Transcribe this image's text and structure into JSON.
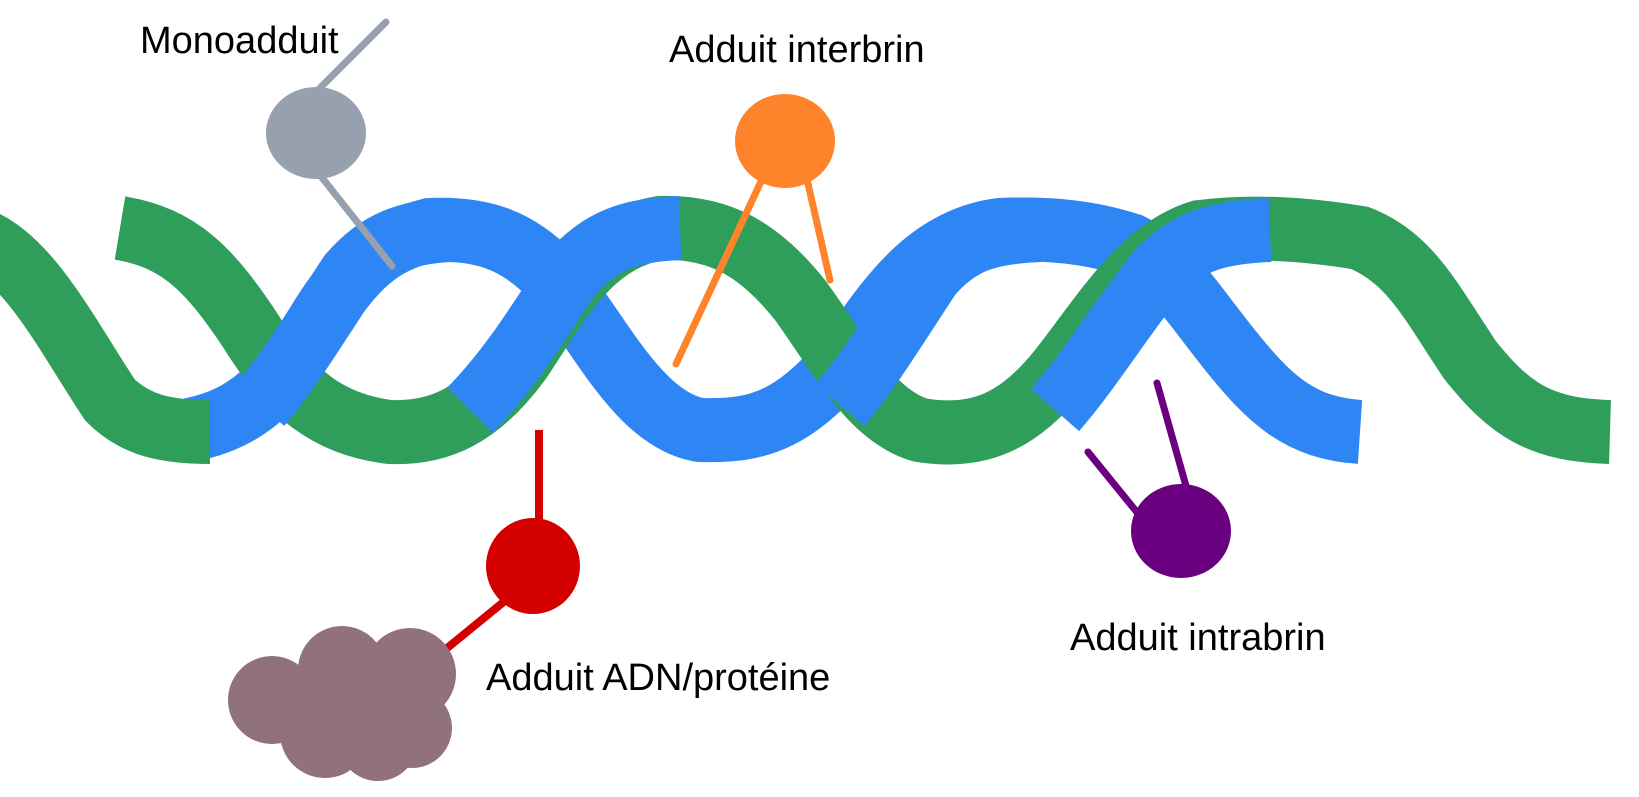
{
  "labels": {
    "monoadduct": "Monoadduit",
    "interstrand": "Adduit interbrin",
    "dna_protein": "Adduit ADN/protéine",
    "intrastrand": "Adduit intrabrin"
  },
  "colors": {
    "strand_green": "#2e9e5a",
    "strand_blue": "#2e86f5",
    "mono": "#96a0ae",
    "inter": "#ff832b",
    "dna_protein": "#d40000",
    "protein_cloud": "#91717b",
    "intra": "#6a007f"
  }
}
